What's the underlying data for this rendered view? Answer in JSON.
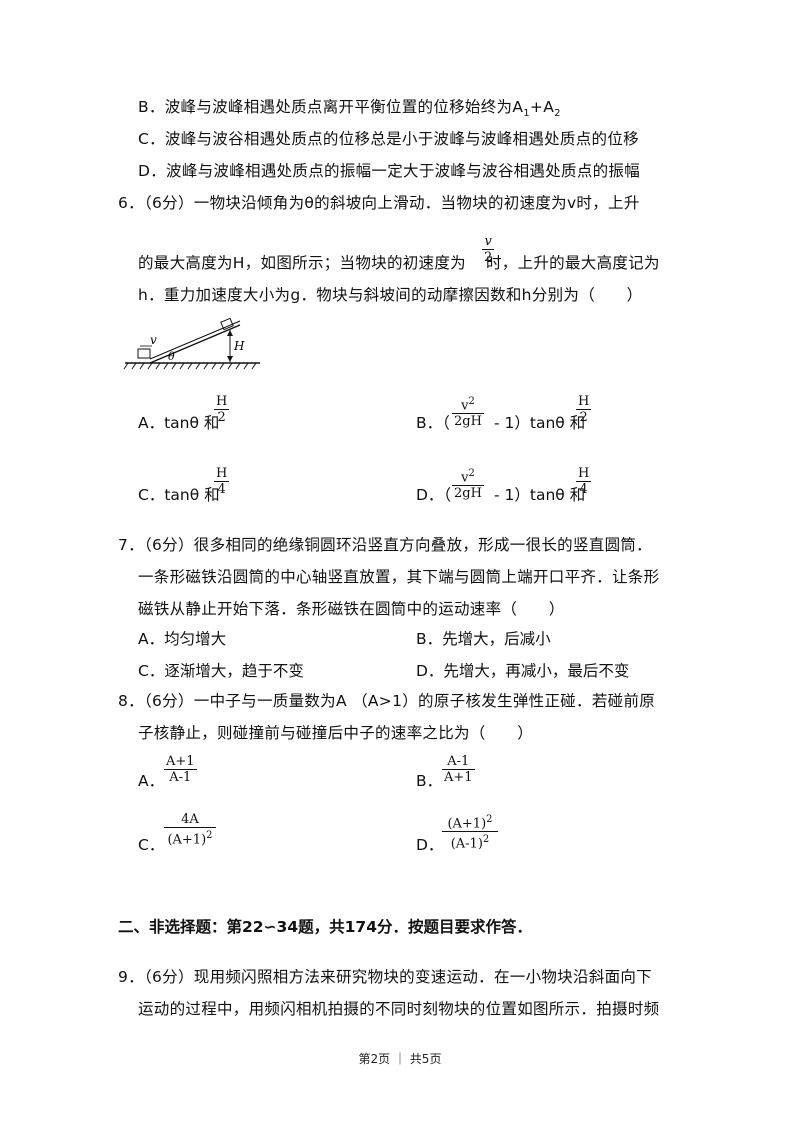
{
  "prev": {
    "optB": "B．波峰与波峰相遇处质点离开平衡位置的位移始终为A",
    "optB_sub1": "1",
    "optB_plus": "+A",
    "optB_sub2": "2",
    "optC": "C．波峰与波谷相遇处质点的位移总是小于波峰与波峰相遇处质点的位移",
    "optD": "D．波峰与波峰相遇处质点的振幅一定大于波峰与波谷相遇处质点的振幅"
  },
  "q6": {
    "line1": "6．（6分）一物块沿倾角为θ的斜坡向上滑动．当物块的初速度为v时，上升",
    "line2a": "的最大高度为H，如图所示；当物块的初速度为",
    "line2_frac_num": "v",
    "line2_frac_den": "2",
    "line2b": "时，上升的最大高度记为",
    "line3": "h．重力加速度大小为g．物块与斜坡间的动摩擦因数和h分别为（　　）",
    "fig_v": "v",
    "fig_theta": "θ",
    "fig_H": "H",
    "A_label": "A．tanθ 和",
    "A_num": "H",
    "A_den": "2",
    "B_label": "B．（",
    "B_fnum": "v",
    "B_fnum_sup": "2",
    "B_fden": "2gH",
    "B_mid": "- 1）tanθ 和",
    "B_num": "H",
    "B_den": "2",
    "C_label": "C．tanθ 和",
    "C_num": "H",
    "C_den": "4",
    "D_label": "D．（",
    "D_fnum": "v",
    "D_fnum_sup": "2",
    "D_fden": "2gH",
    "D_mid": "- 1）tanθ 和",
    "D_num": "H",
    "D_den": "4"
  },
  "q7": {
    "line1": "7．（6分）很多相同的绝缘铜圆环沿竖直方向叠放，形成一很长的竖直圆筒．",
    "line2": "一条形磁铁沿圆筒的中心轴竖直放置，其下端与圆筒上端开口平齐．让条形",
    "line3": "磁铁从静止开始下落．条形磁铁在圆筒中的运动速率（　　）",
    "A": "A．均匀增大",
    "B": "B．先增大，后减小",
    "C": "C．逐渐增大，趋于不变",
    "D": "D．先增大，再减小，最后不变"
  },
  "q8": {
    "line1": "8．（6分）一中子与一质量数为A （A>1）的原子核发生弹性正碰．若碰前原",
    "line2": "子核静止，则碰撞前与碰撞后中子的速率之比为（　　）",
    "A_label": "A．",
    "A_num": "A+1",
    "A_den": "A-1",
    "B_label": "B．",
    "B_num": "A-1",
    "B_den": "A+1",
    "C_label": "C．",
    "C_num": "4A",
    "C_den": "(A+1)",
    "C_den_sup": "2",
    "D_label": "D．",
    "D_num": "(A+1)",
    "D_num_sup": "2",
    "D_den": "(A-1)",
    "D_den_sup": "2"
  },
  "section2": {
    "heading": "二、非选择题：第22∽34题，共174分．按题目要求作答．"
  },
  "q9": {
    "line1": "9．（6分）现用频闪照相方法来研究物块的变速运动．在一小物块沿斜面向下",
    "line2": "运动的过程中，用频闪相机拍摄的不同时刻物块的位置如图所示．拍摄时频"
  },
  "footer": {
    "text": "第2页 ｜ 共5页"
  }
}
